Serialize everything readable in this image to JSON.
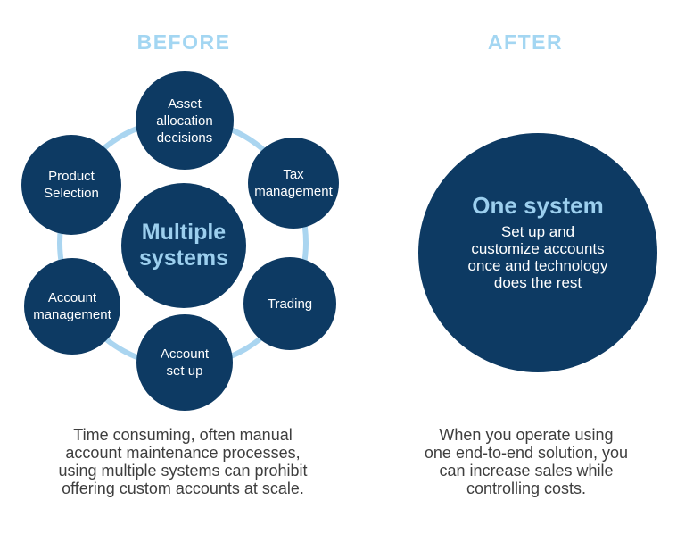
{
  "colors": {
    "navy": "#0d3a63",
    "light_blue": "#9ccfee",
    "header_blue": "#a3d6f2",
    "ring_blue": "#aad5f0",
    "caption_gray": "#3e3e3e"
  },
  "before": {
    "header": "BEFORE",
    "center_label": "Multiple\nsystems",
    "satellites": [
      {
        "label": "Asset\nallocation\ndecisions"
      },
      {
        "label": "Tax\nmanagement"
      },
      {
        "label": "Trading"
      },
      {
        "label": "Account\nset up"
      },
      {
        "label": "Account\nmanagement"
      },
      {
        "label": "Product\nSelection"
      }
    ],
    "caption": "Time consuming, often manual\naccount maintenance processes,\nusing multiple systems can prohibit\noffering custom accounts at scale."
  },
  "after": {
    "header": "AFTER",
    "circle_title": "One system",
    "circle_body": "Set up and\ncustomize accounts\nonce and technology\ndoes the rest",
    "caption": "When you operate using\none end-to-end solution, you\ncan increase sales while\ncontrolling costs."
  }
}
